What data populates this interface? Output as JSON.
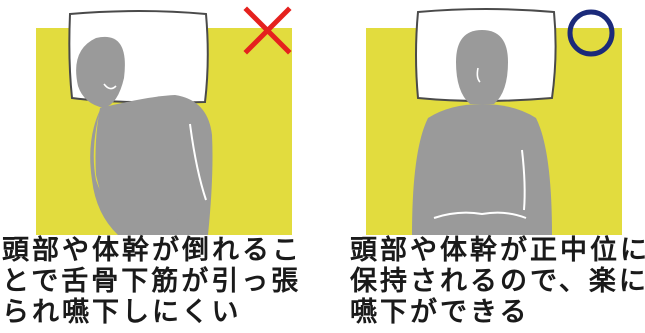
{
  "colors": {
    "bed": "#E2DC3E",
    "body": "#9A9A9A",
    "pillow_fill": "#FFFFFF",
    "pillow_line": "#4A4A4A",
    "wrong_mark": "#E5211E",
    "correct_mark": "#1B2A7A"
  },
  "panels": [
    {
      "mark": "cross-mark",
      "caption_lines": [
        "頭部や体幹が倒れるこ",
        "とで舌骨下筋が引っ張",
        "られ嚥下しにくい"
      ]
    },
    {
      "mark": "circle-mark",
      "caption_lines": [
        "頭部や体幹が正中位に",
        "保持されるので、楽に",
        "嚥下ができる"
      ]
    }
  ]
}
